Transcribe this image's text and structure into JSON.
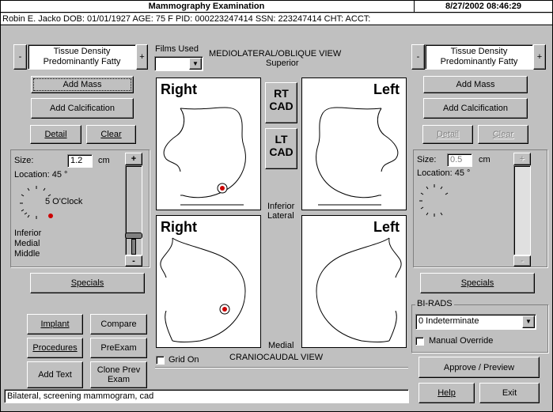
{
  "window": {
    "title": "Mammography Examination",
    "datetime": "8/27/2002 08:46:29"
  },
  "patient_bar": "Robin E. Jacko   DOB: 01/01/1927   AGE: 75   F   PID: 000223247414   SSN: 223247414   CHT:   ACCT:",
  "left_panel": {
    "minus": "-",
    "plus": "+",
    "density_line1": "Tissue Density",
    "density_line2": "Predominantly Fatty",
    "add_mass": "Add Mass",
    "add_calc": "Add Calcification",
    "detail": "Detail",
    "clear": "Clear",
    "size_label": "Size:",
    "size_value": "1.2",
    "size_unit": "cm",
    "location": "Location: 45 °",
    "clock": "5 O'Clock",
    "pos1": "Inferior",
    "pos2": "Medial",
    "pos3": "Middle",
    "slider_plus": "+",
    "slider_minus": "-",
    "specials": "Specials"
  },
  "right_panel": {
    "minus": "-",
    "plus": "+",
    "density_line1": "Tissue Density",
    "density_line2": "Predominantly Fatty",
    "add_mass": "Add Mass",
    "add_calc": "Add Calcification",
    "detail": "Detail",
    "clear": "Clear",
    "size_label": "Size:",
    "size_value": "0.5",
    "size_unit": "cm",
    "location": "Location: 45 °",
    "slider_plus": "+",
    "slider_minus": "-",
    "specials": "Specials"
  },
  "center": {
    "films_used": "Films Used",
    "view_title": "MEDIOLATERAL/OBLIQUE VIEW",
    "superior": "Superior",
    "inferior": "Inferior",
    "lateral": "Lateral",
    "medial": "Medial",
    "cc_view": "CRANIOCAUDAL VIEW",
    "right": "Right",
    "left": "Left",
    "rt_cad_1": "RT",
    "rt_cad_2": "CAD",
    "lt_cad_1": "LT",
    "lt_cad_2": "CAD",
    "grid_on": "Grid On"
  },
  "bottom_left": {
    "implant": "Implant",
    "compare": "Compare",
    "procedures": "Procedures",
    "preexam": "PreExam",
    "add_text": "Add Text",
    "clone_1": "Clone Prev",
    "clone_2": "Exam"
  },
  "birads": {
    "label": "BI-RADS",
    "value": "0 Indeterminate",
    "manual_override": "Manual Override"
  },
  "bottom_right": {
    "approve": "Approve / Preview",
    "help": "Help",
    "exit": "Exit"
  },
  "status_text": "Bilateral, screening mammogram, cad",
  "colors": {
    "marker": "#cc0000",
    "background": "#c0c0c0"
  }
}
